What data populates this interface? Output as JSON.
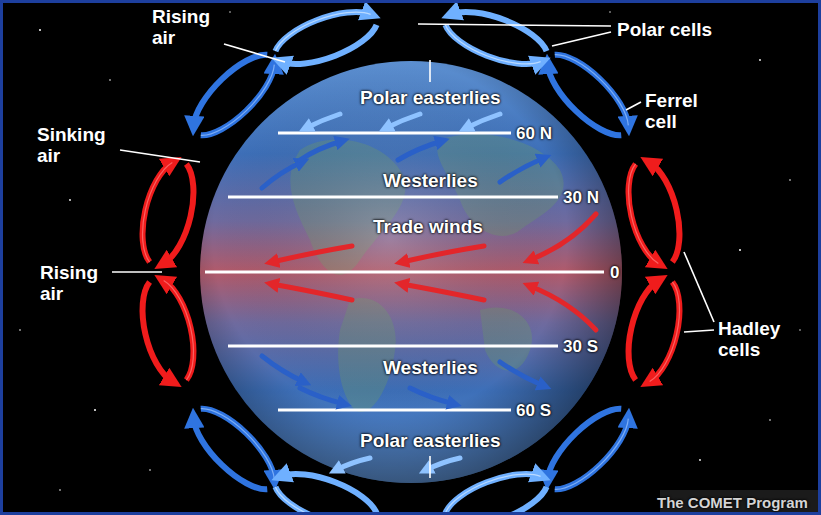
{
  "diagram": {
    "labels": [
      "Polar cells",
      "Rising air",
      "Polar easterlies",
      "Ferrel cell",
      "60 N",
      "Sinking air",
      "Westerlies",
      "30 N",
      "Trade winds",
      "Rising air",
      "0",
      "Hadley cells",
      "30 S",
      "Westerlies",
      "60 S",
      "Polar easterlies",
      "The COMET Program"
    ]
  }
}
